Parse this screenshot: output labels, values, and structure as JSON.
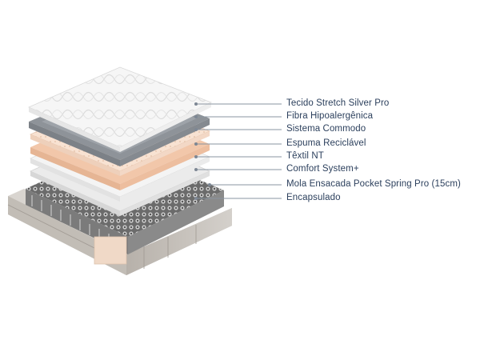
{
  "layers": [
    {
      "label": "Tecido Stretch Silver Pro"
    },
    {
      "label": "Fibra Hipoalergênica"
    },
    {
      "label": "Sistema Commodo"
    },
    {
      "label": "Espuma Reciclável"
    },
    {
      "label": "Têxtil NT"
    },
    {
      "label": "Comfort System+"
    },
    {
      "label": "Mola Ensacada Pocket Spring Pro (15cm)"
    },
    {
      "label": "Encapsulado"
    }
  ],
  "colors": {
    "label_text": "#2b3f5c",
    "leader_line": "#8a94a0",
    "quilted_top": "#f4f4f4",
    "fiber_layer": "#8f949a",
    "commodo_layer": "#f7dcc8",
    "foam_layer": "#f1c8ad",
    "textile_layer": "#f3f3f3",
    "comfort_layer": "#e9e9e9",
    "spring_core": "#5a5a5a",
    "encasement": "#b9b4ae"
  }
}
